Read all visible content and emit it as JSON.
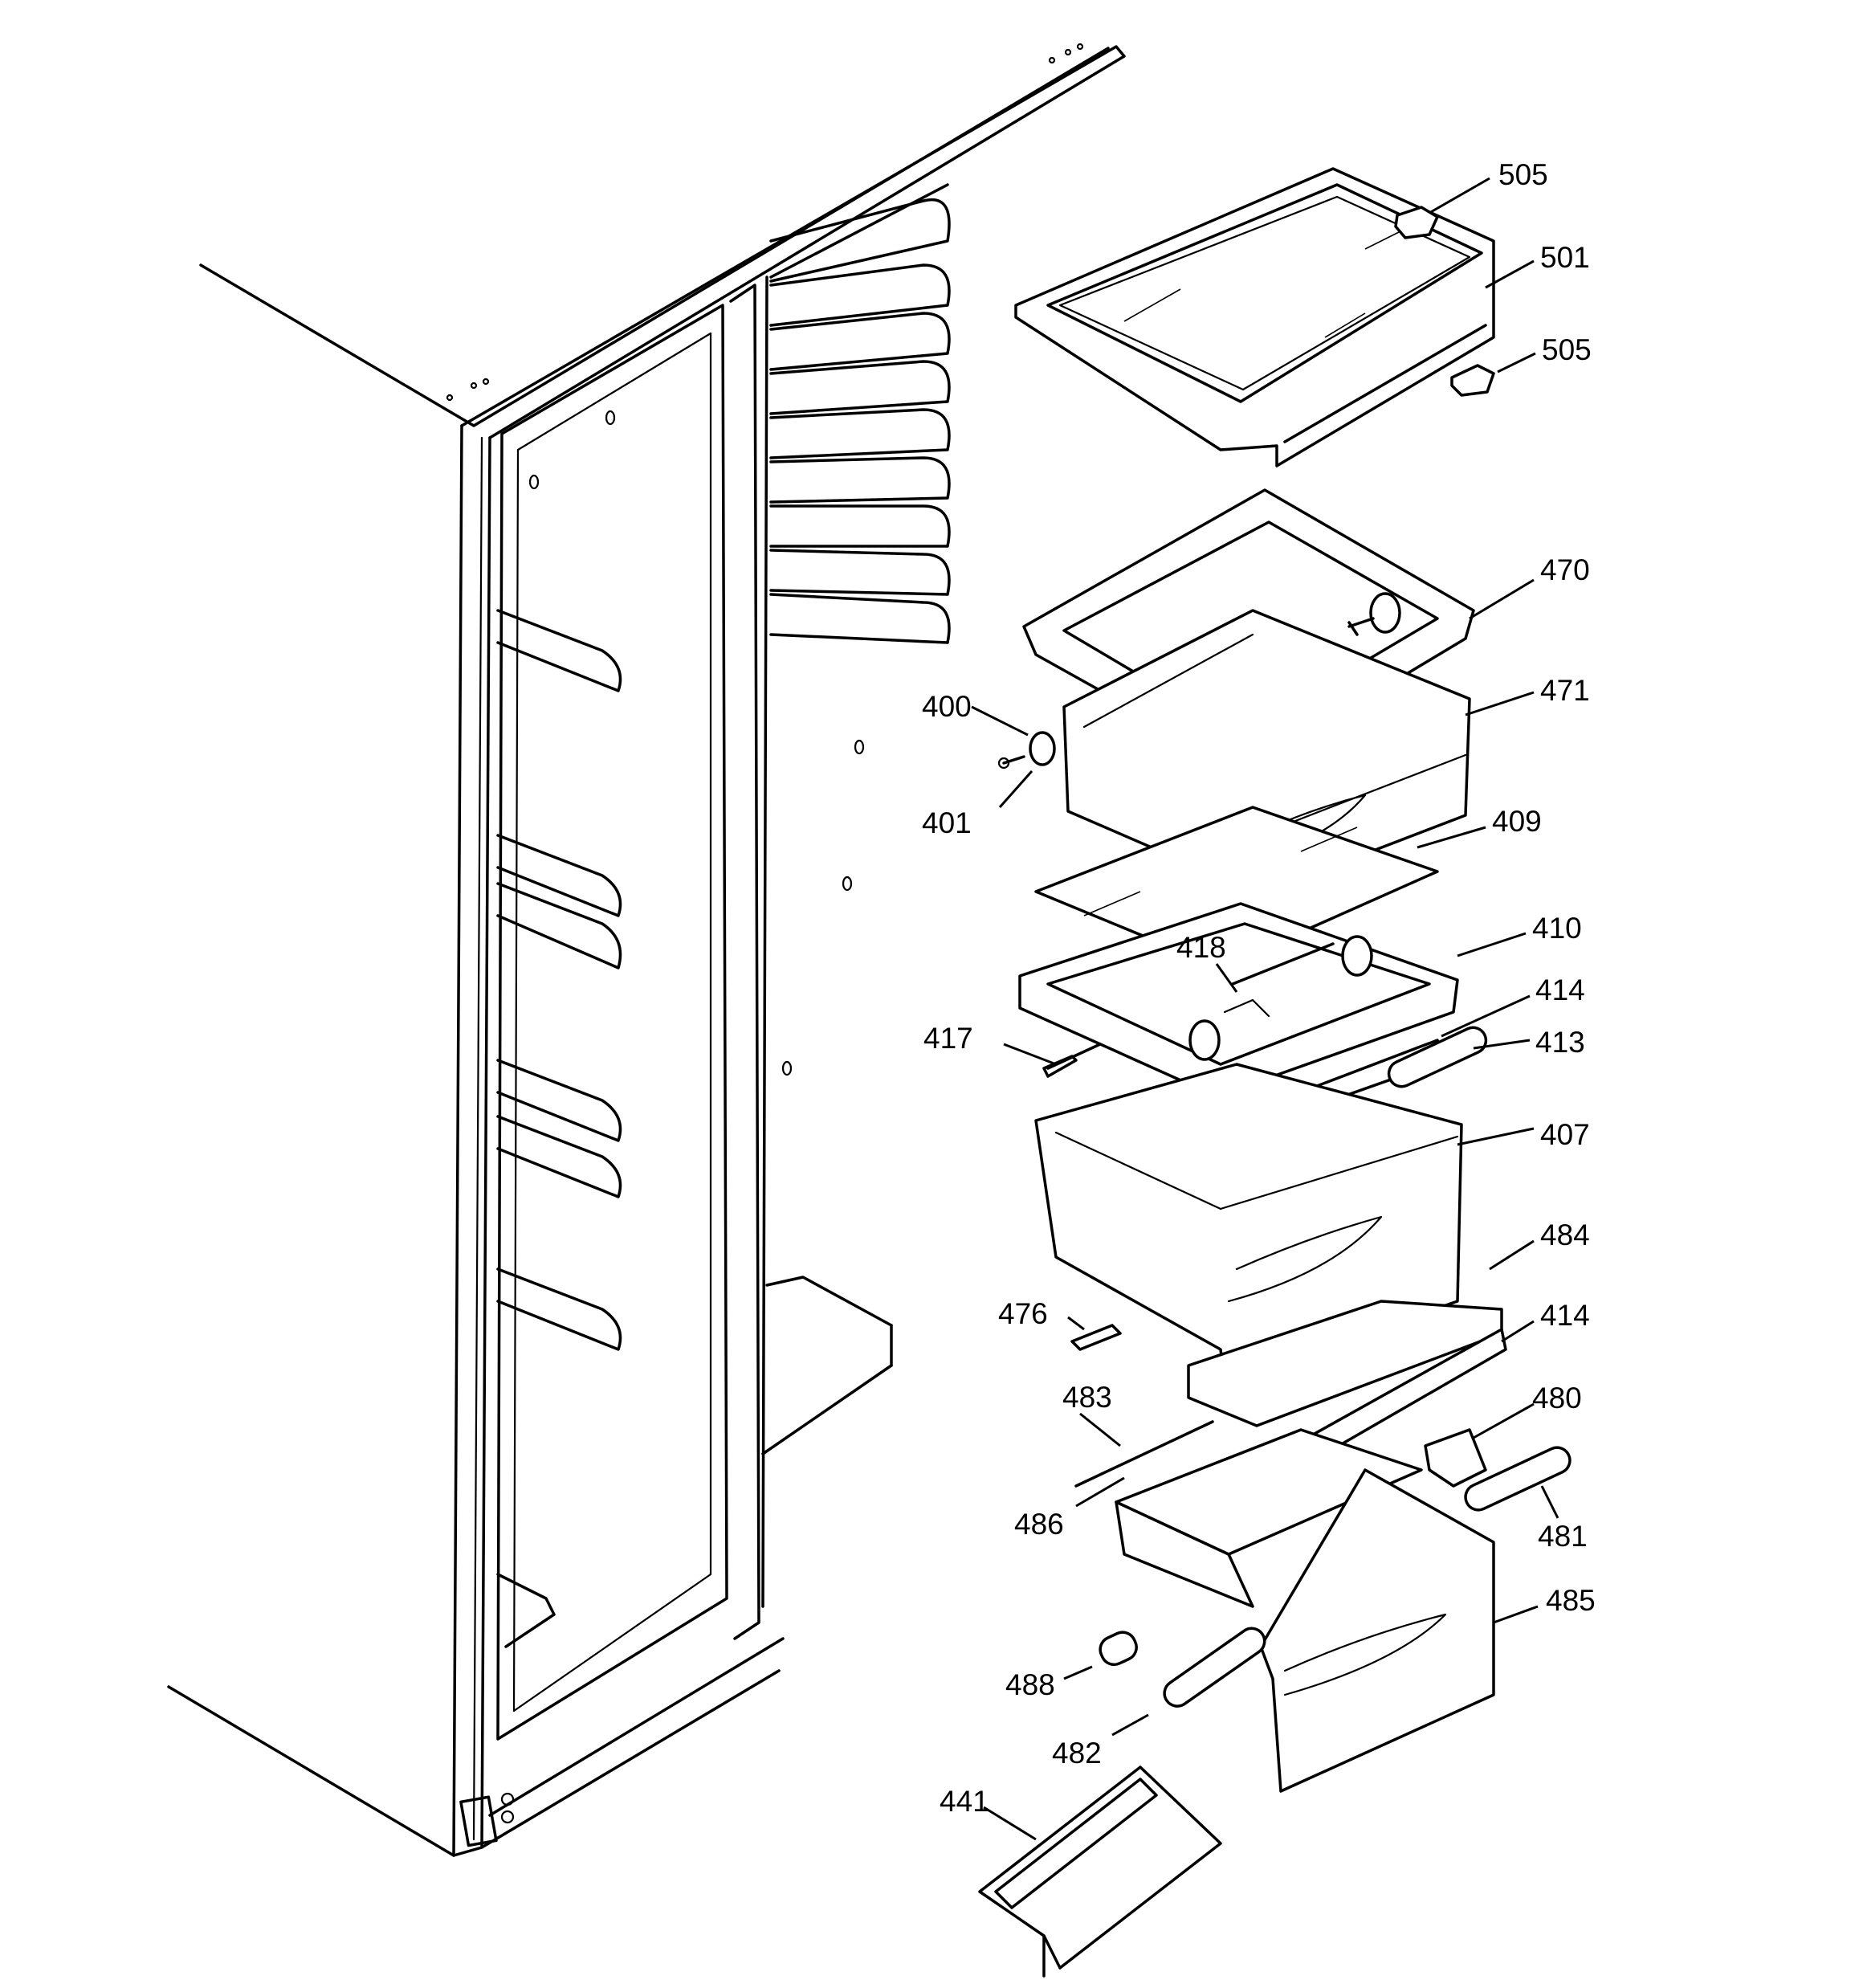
{
  "part_labels": {
    "p505a": "505",
    "p501": "501",
    "p505b": "505",
    "p470": "470",
    "p471": "471",
    "p400": "400",
    "p401": "401",
    "p409": "409",
    "p410": "410",
    "p418": "418",
    "p414a": "414",
    "p417": "417",
    "p413": "413",
    "p407": "407",
    "p484": "484",
    "p476": "476",
    "p414b": "414",
    "p483": "483",
    "p480": "480",
    "p486": "486",
    "p481": "481",
    "p485": "485",
    "p488": "488",
    "p482": "482",
    "p441": "441"
  }
}
